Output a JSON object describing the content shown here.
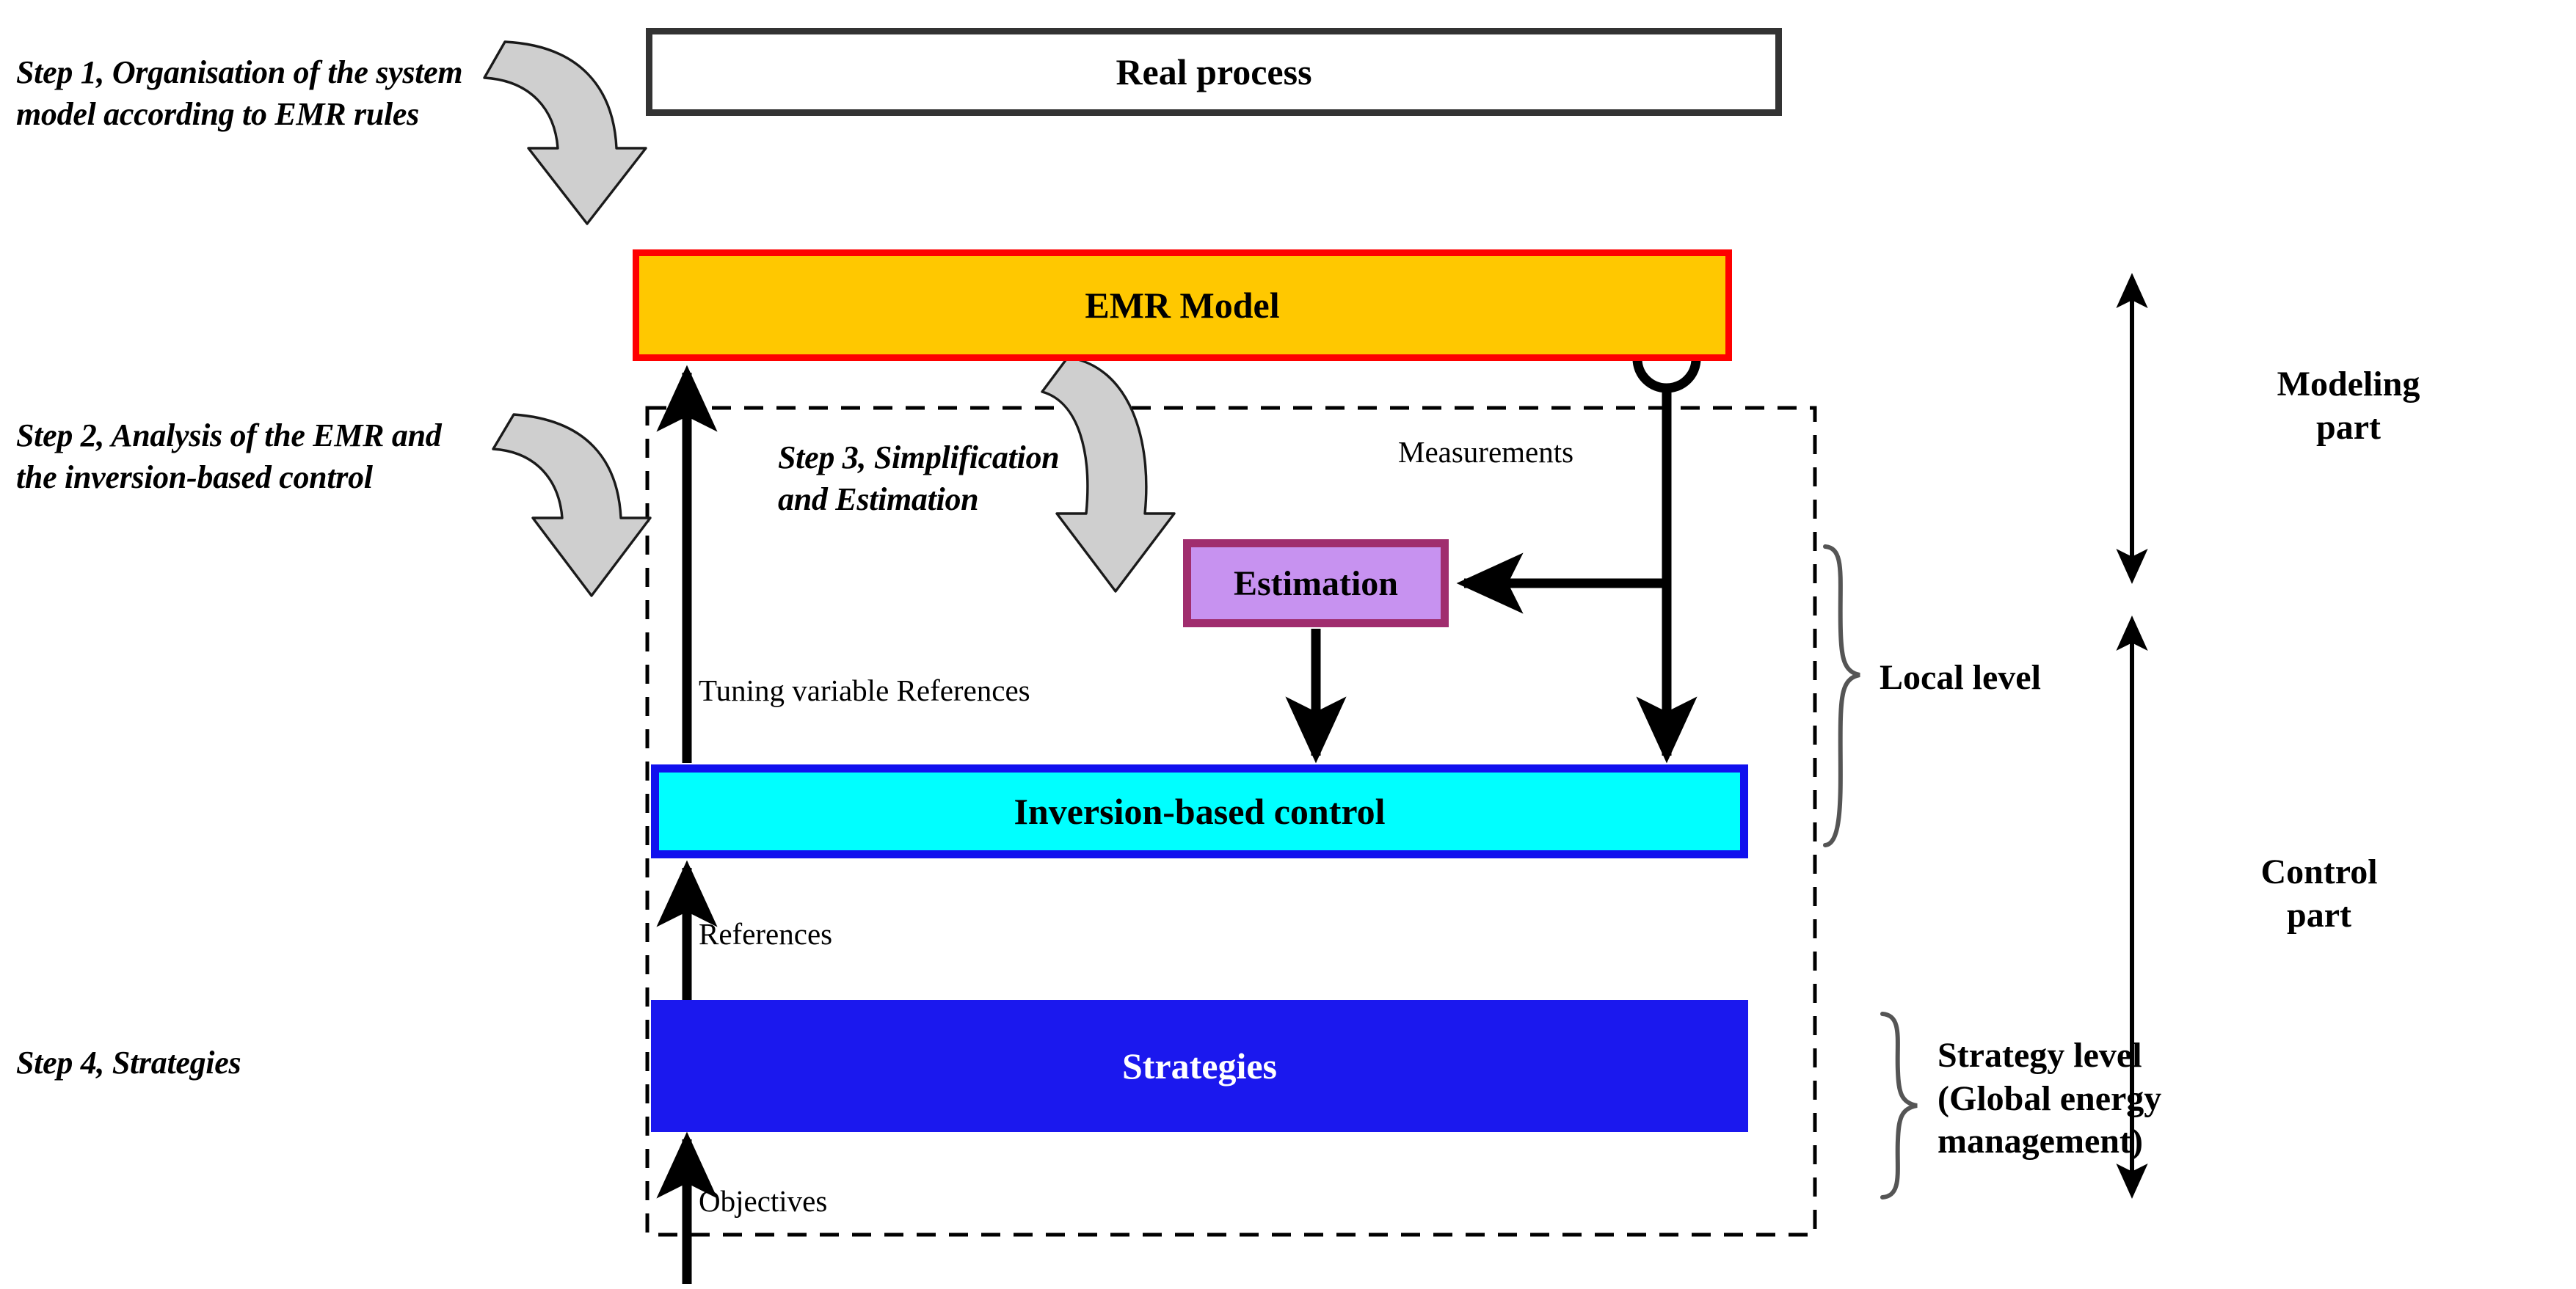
{
  "diagram": {
    "title": "EMR based modeling and control methodology",
    "colors": {
      "real_process_border": "#333333",
      "real_process_fill": "#ffffff",
      "emr_border": "#fe0000",
      "emr_fill": "#ffc800",
      "estimation_border": "#a02d6e",
      "estimation_fill": "#c792f0",
      "inversion_border": "#1111ee",
      "inversion_fill": "#00ffff",
      "strategies_fill": "#1b18ee",
      "strategies_text": "#ffffff",
      "arrow": "#000000",
      "block_arrow_fill": "#cccccc",
      "dashed_frame": "#000000"
    }
  },
  "steps": [
    {
      "id": "step1",
      "text": "Step 1, Organisation of the system model according to EMR rules"
    },
    {
      "id": "step2",
      "text": "Step 2, Analysis of the EMR and the inversion-based control"
    },
    {
      "id": "step3",
      "text": "Step 3, Simplification and Estimation"
    },
    {
      "id": "step4",
      "text": "Step 4, Strategies"
    }
  ],
  "boxes": {
    "real_process": "Real process",
    "emr_model": "EMR Model",
    "estimation": "Estimation",
    "inversion_control": "Inversion-based control",
    "strategies": "Strategies"
  },
  "flow_labels": {
    "measurements": "Measurements",
    "tuning_variable_references": "Tuning variable References",
    "references": "References",
    "objectives": "Objectives"
  },
  "side_labels": {
    "modeling_part": "Modeling\npart",
    "control_part": "Control\npart",
    "local_level": "Local level",
    "strategy_level": "Strategy level\n(Global energy\nmanagement)"
  }
}
